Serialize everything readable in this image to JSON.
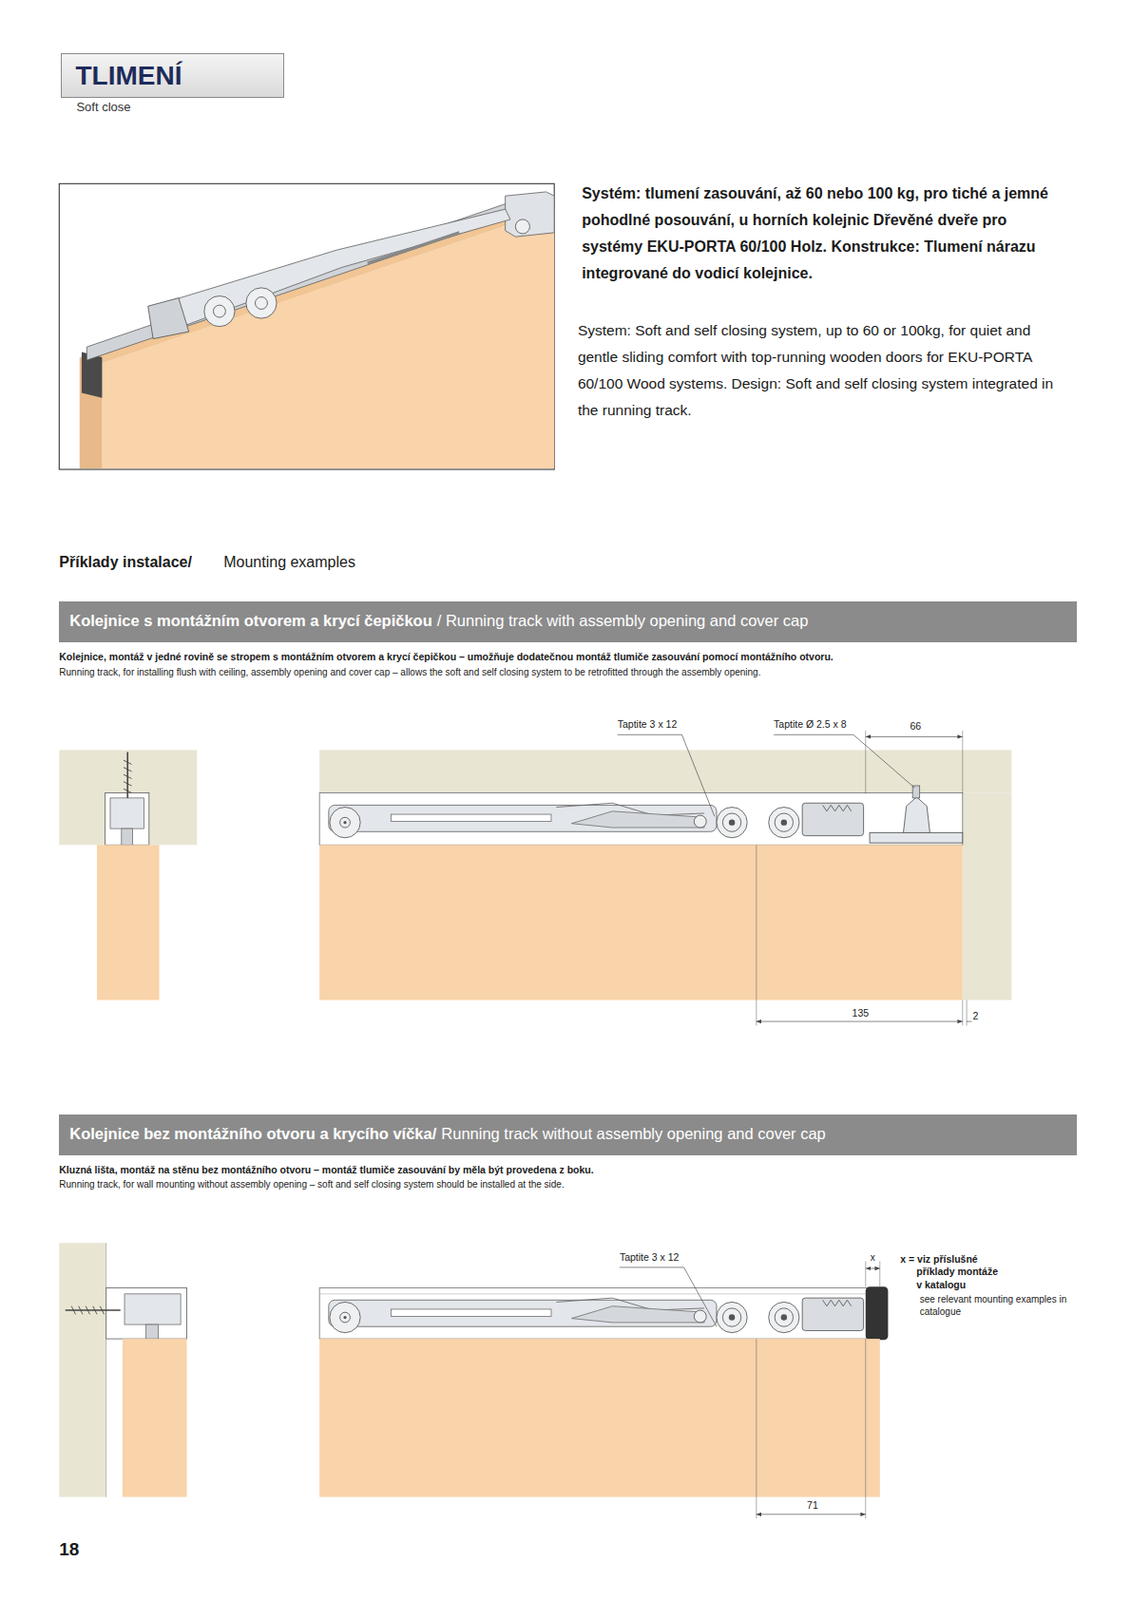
{
  "diagram": {
    "nodes": [
      {
        "text": [
          "TLIMENÍ",
          "Soft close"
        ]
      },
      {
        "text": [
          "Kolejnice s montážním otvorem a krycí čepičkou",
          "/ Running track with assembly opening and cover cap"
        ]
      },
      {
        "text": [
          "Kolejnice bez montážního otvoru a krycího víčka/",
          "Running track without assembly opening and cover cap"
        ]
      }
    ],
    "labels": [
      "Systém: tlumení zasouvání, až 60 nebo 100 kg, pro tiché a jemné pohodlné posouvání, u horních kolejnic Dřevěné dveře pro systémy EKU-PORTA 60/100 Holz. Konstrukce: Tlumení nárazu integrované do vodicí kolejnice.",
      "System: Soft and self closing system, up to 60 or 100kg, for quiet and gentle sliding comfort with top-running wooden doors for EKU-PORTA 60/100 Wood systems. Design: Soft and self closing system integrated in the running track.",
      "Příklady instalace/",
      "Mounting examples",
      "Kolejnice, montáž v jedné rovině se stropem s montážním otvorem a krycí čepičkou – umožňuje dodatečnou montáž tlumiče zasouvání pomocí montážního otvoru.",
      "Running track, for installing flush with ceiling, assembly opening and cover cap – allows the soft and self closing system to be retrofitted through the assembly opening.",
      "Taptite 3 x 12",
      "Taptite Ø 2.5 x 8",
      "66",
      "135",
      "2",
      "Kluzná lišta, montáž na stěnu bez montážního otvoru – montáž tlumiče zasouvání by měla být provedena z boku.",
      "Running track, for wall mounting without assembly opening – soft and self closing system should be installed at the side.",
      "Taptite 3 x 12",
      "x",
      "x = viz příslušné příklady montáže v katalogu",
      "see relevant mounting examples in catalogue",
      "71",
      "18"
    ]
  }
}
